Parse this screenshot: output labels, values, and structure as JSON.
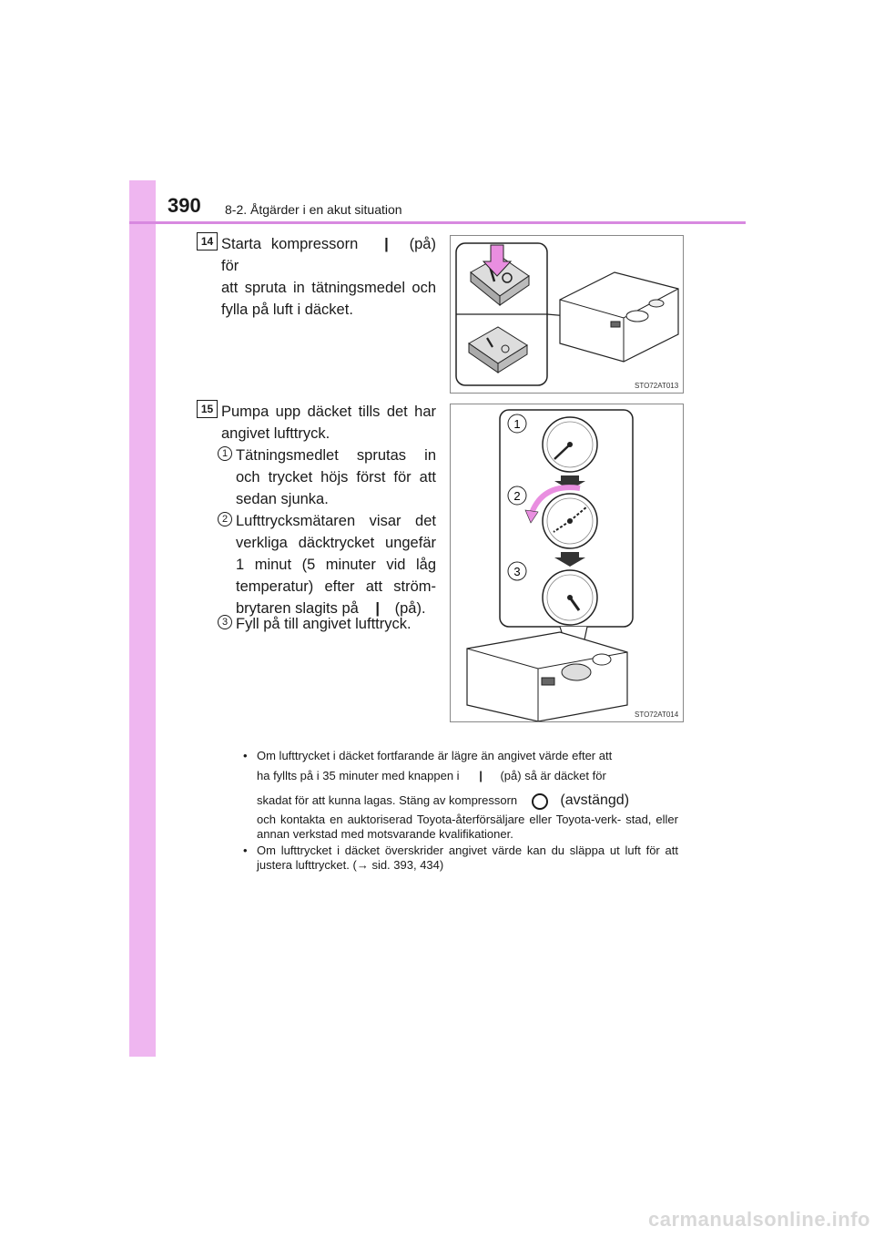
{
  "header": {
    "page_number": "390",
    "chapter": "8-2. Åtgärder i en akut situation"
  },
  "step14": {
    "number": "14",
    "lines": [
      "Starta kompressorn",
      "(på) för",
      "att spruta in tätningsmedel och",
      "fylla på luft i däcket."
    ],
    "figure_code": "STO72AT013"
  },
  "step15": {
    "number": "15",
    "lines": [
      "Pumpa upp däcket tills det har",
      "angivet lufttryck."
    ],
    "items": [
      {
        "marker": "1",
        "lines": [
          "Tätningsmedlet sprutas in",
          "och trycket höjs först för att",
          "sedan sjunka."
        ]
      },
      {
        "marker": "2",
        "lines": [
          "Lufttrycksmätaren visar det",
          "verkliga däcktrycket ungefär",
          "1 minut (5 minuter vid låg",
          "temperatur) efter att ström-",
          "brytaren slagits på",
          "(på)."
        ]
      },
      {
        "marker": "3",
        "lines": [
          "Fyll på till angivet lufttryck."
        ]
      }
    ],
    "figure_code": "STO72AT014",
    "figure_labels": [
      "1",
      "2",
      "3"
    ]
  },
  "symbols": {
    "on": "|",
    "off": "O"
  },
  "notes": [
    {
      "bullet": "•",
      "parts": [
        "Om lufttrycket i däcket fortfarande är lägre än angivet värde efter att",
        "ha fyllts på i 35 minuter med knappen i",
        "(på) så är däcket för",
        "skadat för att kunna lagas. Stäng av kompressorn",
        "(avstängd)",
        "och kontakta en auktoriserad Toyota-återförsäljare eller Toyota-verk-",
        "stad, eller annan verkstad med motsvarande kvalifikationer."
      ]
    },
    {
      "bullet": "•",
      "parts": [
        "Om lufttrycket i däcket överskrider angivet värde kan du släppa ut luft",
        "för att justera lufttrycket. (",
        "→",
        "sid. 393, 434)"
      ]
    }
  ],
  "colors": {
    "sidebar": "#efb6f0",
    "rule": "#d889e0",
    "arrow_pink": "#e98ee0"
  },
  "footer": {
    "watermark": "carmanualsonline.info"
  }
}
